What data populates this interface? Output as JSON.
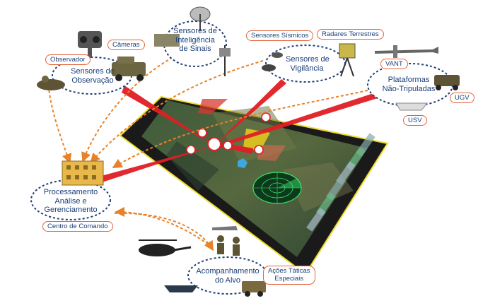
{
  "nodes": {
    "observacao": "Sensores de\nObservação",
    "sinais": "Sensores de\nInteligência\nde Sinais",
    "vigilancia": "Sensores de\nVigilância",
    "plataformas": "Plataformas\nNão-Tripuladas",
    "processamento": "Processamento\nAnálise e\nGerenciamento",
    "acompanhamento": "Acompanhamento\ndo Alvo"
  },
  "tags": {
    "cameras": "Câmeras",
    "observador": "Observador",
    "sismicos": "Sensores Sísmicos",
    "radares": "Radares Terrestres",
    "vant": "VANT",
    "ugv": "UGV",
    "usv": "USV",
    "centro": "Centro de Comando",
    "acoes": "Ações Táticas\nEspeciais"
  },
  "colors": {
    "label_text": "#1a3f7a",
    "dotted_ellipse": "#1f3f7a",
    "tag_border": "#e0643a",
    "orange_arrow": "#e8822a",
    "red_beam": "#e01e24",
    "screen_frame": "#f0dc2a"
  }
}
